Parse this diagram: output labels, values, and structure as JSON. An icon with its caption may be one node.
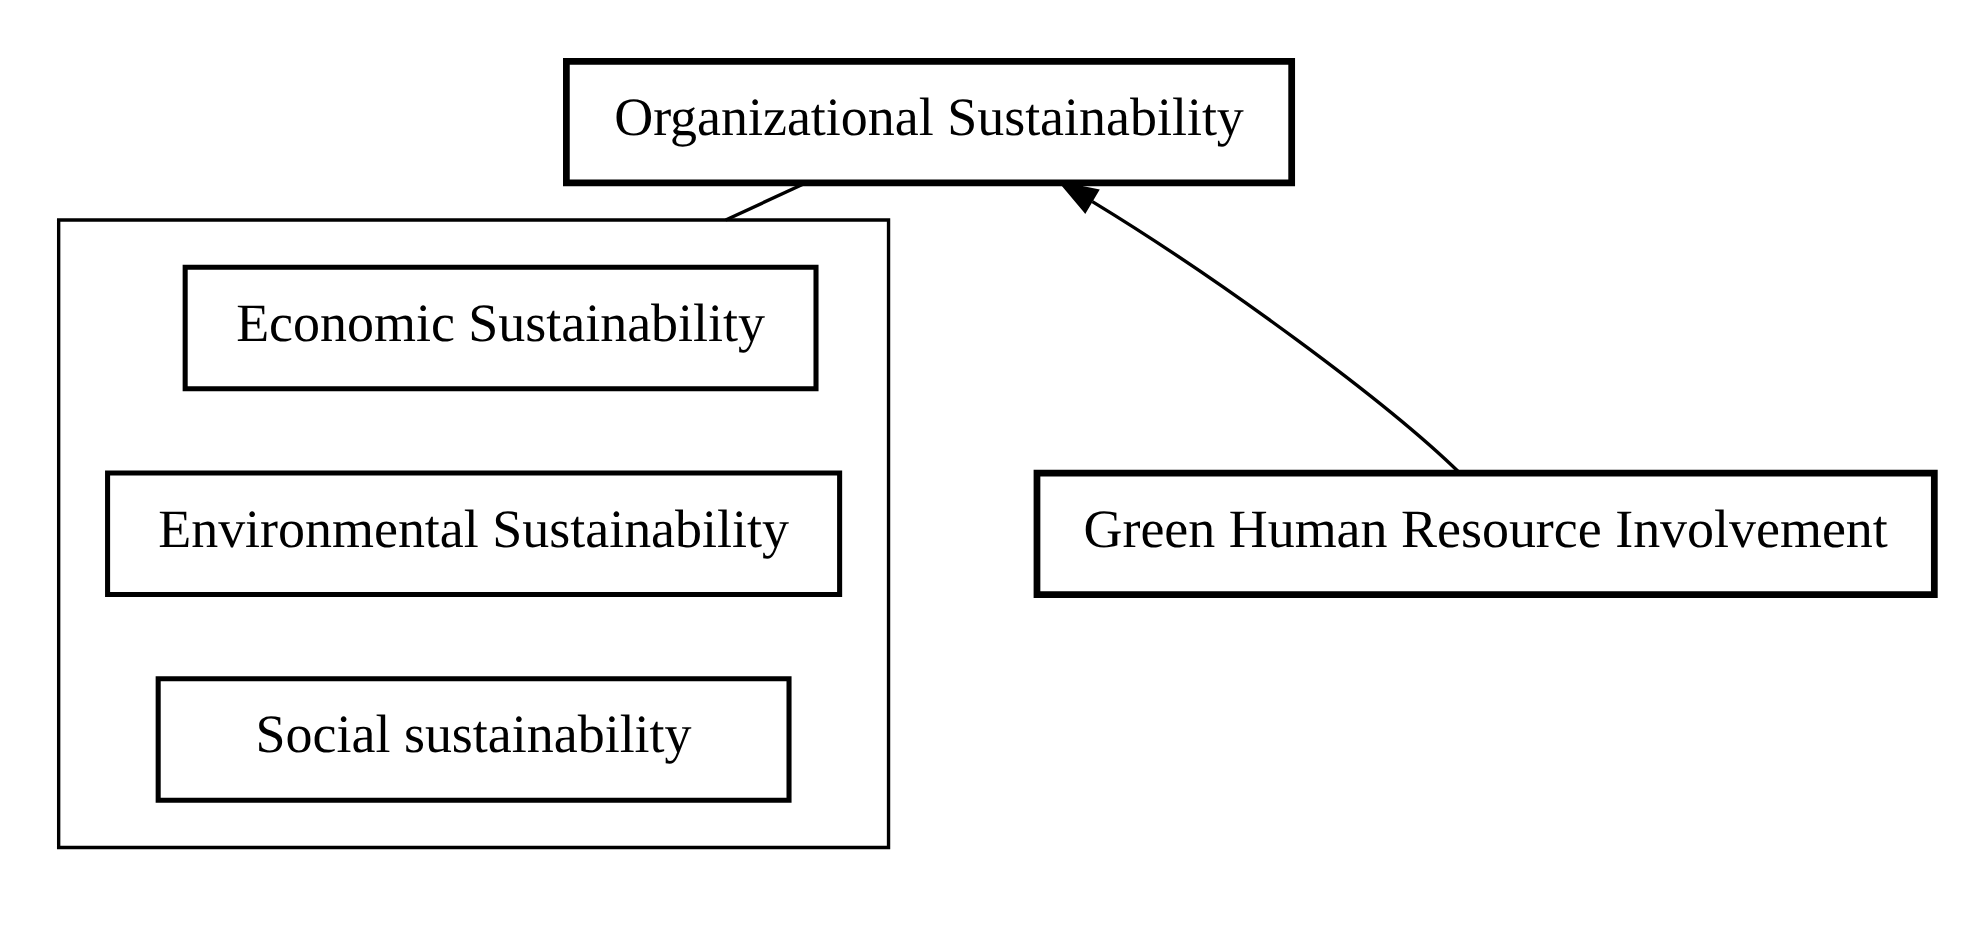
{
  "diagram": {
    "nodes": [
      {
        "text": [
          "Green Human Resource Involvement"
        ]
      },
      {
        "text": [
          "Organizational Sustainability"
        ]
      },
      {
        "text": [],
        "shape": "box"
      },
      {
        "text": [
          "Economic Sustainability"
        ],
        "in": 2
      },
      {
        "text": [
          "Environmental Sustainability"
        ],
        "in": 2
      },
      {
        "text": [
          "Social sustainability"
        ],
        "in": 2
      }
    ],
    "edges": [
      {
        "from": 0,
        "to": 1,
        "arrow": "to"
      },
      {
        "from": 1,
        "to": 2,
        "arrow": "none"
      }
    ]
  }
}
